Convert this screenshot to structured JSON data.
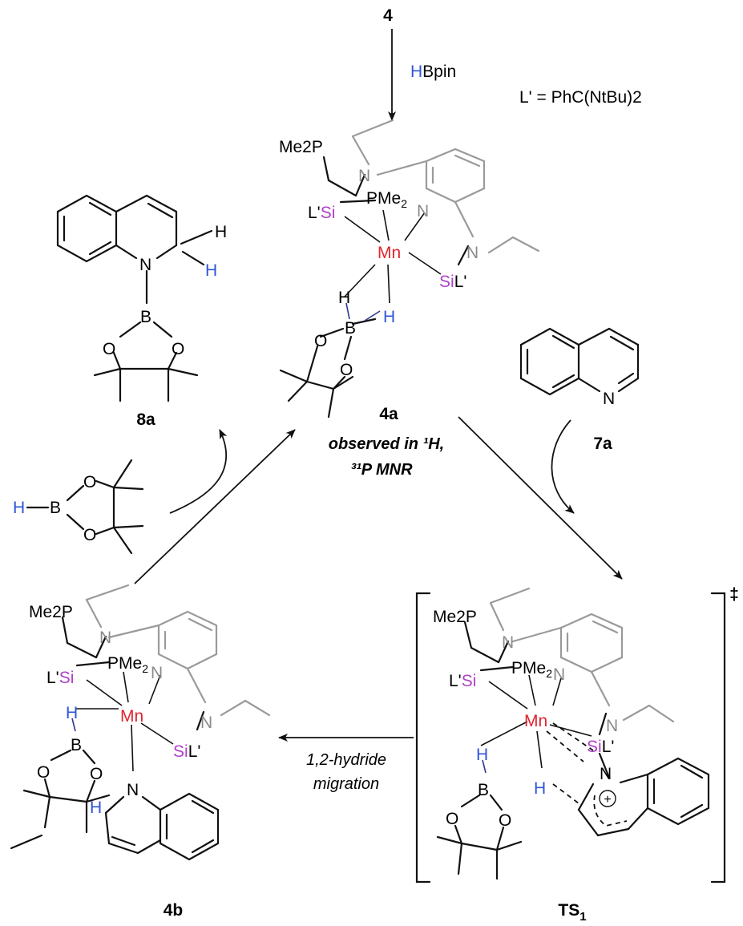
{
  "reagent": {
    "start_compound": "4",
    "reagent": "HBpin",
    "ligand_definition": "L' = PhC(NtBu)2"
  },
  "compounds": {
    "c4a": "4a",
    "c8a": "8a",
    "c7a": "7a",
    "c4b": "4b",
    "ts": "TS",
    "ts_sub": "1",
    "ts_dagger": "‡"
  },
  "notes": {
    "observed_line1": "observed in ¹H,",
    "observed_line2": "³¹P MNR",
    "migration_line1": "1,2-hydride",
    "migration_line2": "migration"
  },
  "atoms": {
    "mn": "Mn",
    "me2p": "Me2P",
    "pme2": "PMe2",
    "lsi": "L'Si",
    "sil": "SiL'",
    "n": "N",
    "h": "H",
    "b": "B",
    "o": "O",
    "plus": "+"
  },
  "colors": {
    "mn": "#e0242e",
    "si": "#b040c8",
    "h_blue": "#2f55d8",
    "grey_n": "#8a8a8a",
    "bond": "#111111"
  }
}
